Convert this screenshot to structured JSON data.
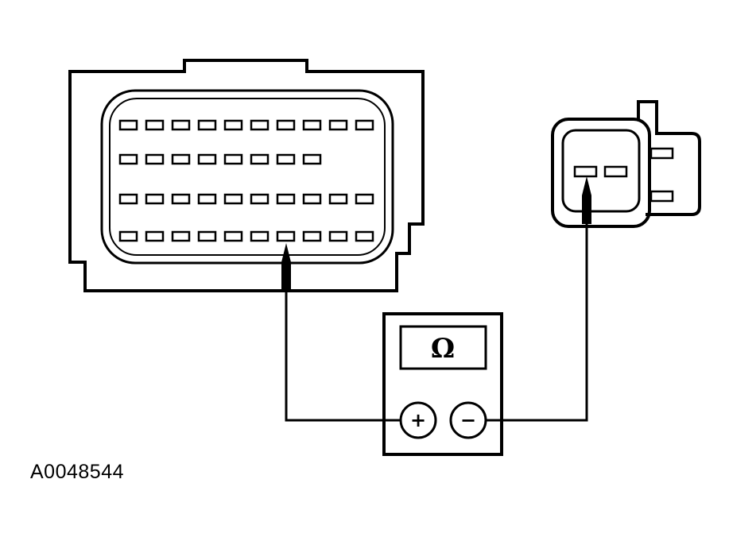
{
  "figure": {
    "id_label": "A0048544"
  },
  "meter": {
    "display_symbol": "Ω",
    "jack_positive": "+",
    "jack_negative": "−"
  },
  "connector_left": {
    "pin_rows": [
      10,
      8,
      10,
      10
    ],
    "probed_row": 4,
    "probed_pin": 7
  },
  "connector_right": {
    "pins": 2,
    "probed_pin": 1
  },
  "colors": {
    "ink": "#000000",
    "background": "#ffffff"
  }
}
